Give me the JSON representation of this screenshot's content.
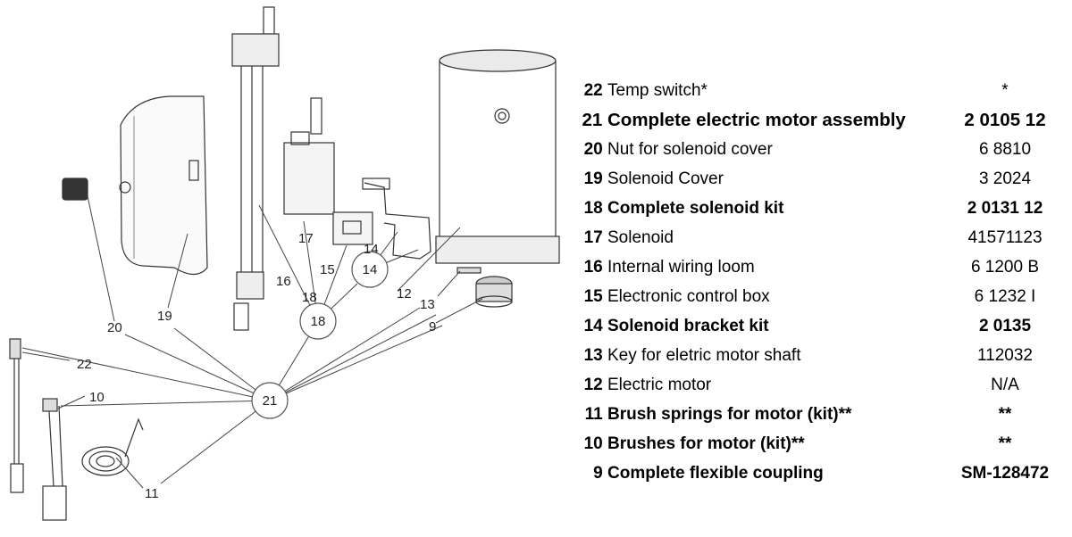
{
  "diagram": {
    "callouts": [
      "22",
      "20",
      "19",
      "10",
      "11",
      "16",
      "17",
      "15",
      "14",
      "18",
      "12",
      "13",
      "9"
    ],
    "hubs": [
      "21",
      "18",
      "14"
    ]
  },
  "parts": [
    {
      "num": "22",
      "name": "Temp switch*",
      "code": "*",
      "bold": false
    },
    {
      "num": "21",
      "name": "Complete electric motor assembly",
      "code": "2 0105 12",
      "bold": true
    },
    {
      "num": "20",
      "name": "Nut for solenoid cover",
      "code": "6 8810",
      "bold": false
    },
    {
      "num": "19",
      "name": "Solenoid Cover",
      "code": "3 2024",
      "bold": false
    },
    {
      "num": "18",
      "name": "Complete solenoid kit",
      "code": "2 0131 12",
      "bold": true
    },
    {
      "num": "17",
      "name": "Solenoid",
      "code": "41571123",
      "bold": false
    },
    {
      "num": "16",
      "name": "Internal wiring loom",
      "code": "6 1200 B",
      "bold": false
    },
    {
      "num": "15",
      "name": "Electronic control box",
      "code": "6 1232 I",
      "bold": false
    },
    {
      "num": "14",
      "name": "Solenoid bracket kit",
      "code": "2 0135",
      "bold": true
    },
    {
      "num": "13",
      "name": "Key for eletric motor shaft",
      "code": "112032",
      "bold": false
    },
    {
      "num": "12",
      "name": "Electric motor",
      "code": "N/A",
      "bold": false
    },
    {
      "num": "11",
      "name": "Brush springs for motor (kit)**",
      "code": "**",
      "bold": true
    },
    {
      "num": "10",
      "name": "Brushes for motor (kit)**",
      "code": "**",
      "bold": true
    },
    {
      "num": "9",
      "name": "Complete flexible coupling",
      "code": "SM-128472",
      "bold": true
    }
  ]
}
